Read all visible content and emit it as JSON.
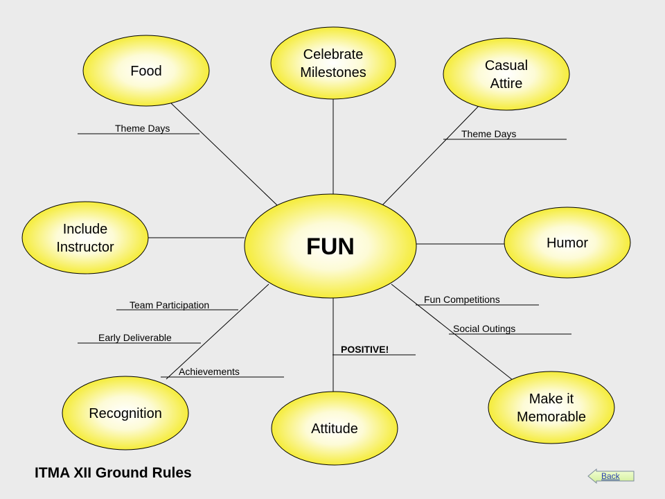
{
  "center": {
    "label": "FUN"
  },
  "nodes": [
    {
      "id": "food",
      "lines": [
        "Food"
      ]
    },
    {
      "id": "celebrate",
      "lines": [
        "Celebrate",
        "Milestones"
      ]
    },
    {
      "id": "casual",
      "lines": [
        "Casual",
        "Attire"
      ]
    },
    {
      "id": "include",
      "lines": [
        "Include",
        "Instructor"
      ]
    },
    {
      "id": "humor",
      "lines": [
        "Humor"
      ]
    },
    {
      "id": "recognition",
      "lines": [
        "Recognition"
      ]
    },
    {
      "id": "attitude",
      "lines": [
        "Attitude"
      ]
    },
    {
      "id": "memorable",
      "lines": [
        "Make it",
        "Memorable"
      ]
    }
  ],
  "labels": [
    {
      "id": "theme-days-left",
      "text": "Theme Days"
    },
    {
      "id": "theme-days-right",
      "text": "Theme Days"
    },
    {
      "id": "team-participation",
      "text": "Team Participation"
    },
    {
      "id": "early-deliverable",
      "text": "Early Deliverable"
    },
    {
      "id": "achievements",
      "text": "Achievements"
    },
    {
      "id": "positive",
      "text": "POSITIVE!"
    },
    {
      "id": "fun-competitions",
      "text": "Fun Competitions"
    },
    {
      "id": "social-outings",
      "text": "Social Outings"
    }
  ],
  "footer": {
    "title": "ITMA XII Ground Rules"
  },
  "nav": {
    "back_label": "Back"
  },
  "colors": {
    "node_center": "#ffffff",
    "node_edge": "#f5ec3a",
    "background": "#ebebeb"
  }
}
